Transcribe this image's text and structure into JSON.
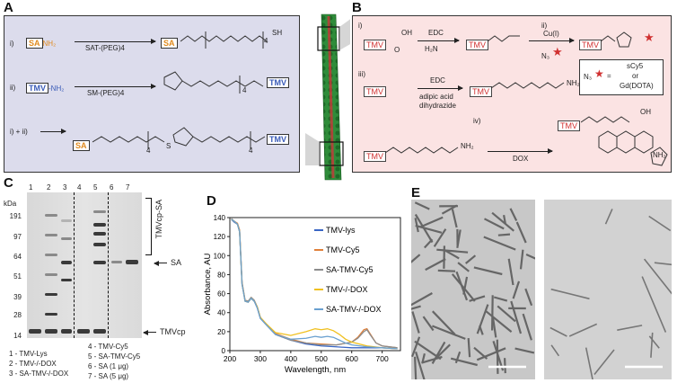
{
  "figure": {
    "panel_labels": {
      "a": "A",
      "b": "B",
      "c": "C",
      "d": "D",
      "e": "E"
    },
    "panel_a": {
      "steps": [
        {
          "roman": "i)",
          "start": "SA",
          "start_suffix": "NH₂",
          "reagent": "SAT-(PEG)4",
          "product_tag": "SA",
          "product_tail": "SH",
          "subscript": "4"
        },
        {
          "roman": "ii)",
          "start": "TMV",
          "start_suffix": "-NH₂",
          "reagent": "SM-(PEG)4",
          "product_tag": "TMV",
          "subscript": "4"
        },
        {
          "roman": "i) + ii)",
          "product_left": "SA",
          "product_right": "TMV",
          "subscript1": "4",
          "subscript2": "4",
          "linker_atom": "S"
        }
      ]
    },
    "panel_b": {
      "steps": [
        {
          "roman": "i)",
          "tag": "TMV",
          "reagent": "EDC",
          "reagent_sub": "H₂N",
          "atom": "OH",
          "atom2": "O"
        },
        {
          "roman": "ii)",
          "reagent": "Cu(I)",
          "azide": "N₃",
          "tag": "TMV"
        },
        {
          "roman": "iii)",
          "tag": "TMV",
          "reagent": "EDC",
          "reagent2": "adipic acid",
          "reagent3": "dihydrazide",
          "nh2": "NH₂"
        },
        {
          "roman": "iv)",
          "tag": "TMV",
          "reagent": "DOX",
          "oh": "OH",
          "nh2": "NH₂"
        }
      ],
      "legend_box": {
        "symbol": "N₃",
        "eq": "=",
        "opt1": "sCy5",
        "or": "or",
        "opt2": "Gd(DOTA)"
      }
    },
    "panel_c": {
      "lane_numbers": [
        "1",
        "2",
        "3",
        "4",
        "5",
        "6",
        "7"
      ],
      "kda_label": "kDa",
      "kda_ticks": [
        "191",
        "97",
        "64",
        "51",
        "39",
        "28",
        "14"
      ],
      "bracket_label": "TMVcp-SA",
      "sa_label": "SA",
      "tmvcp_label": "TMVcp",
      "legend": [
        "1 - TMV-Lys",
        "2 - TMV-/-DOX",
        "3 - SA-TMV-/-DOX",
        "4 - TMV-Cy5",
        "5 - SA-TMV-Cy5",
        "6 - SA (1 μg)",
        "7 - SA (5 μg)"
      ]
    },
    "panel_e": {
      "images": [
        "micrograph-1",
        "micrograph-2"
      ]
    }
  },
  "chart_data": {
    "type": "line",
    "xlabel": "Wavelength, nm",
    "ylabel": "Absorbance, AU",
    "xlim": [
      200,
      760
    ],
    "ylim": [
      0,
      140
    ],
    "xticks": [
      200,
      300,
      400,
      500,
      600,
      700
    ],
    "yticks": [
      0,
      20,
      40,
      60,
      80,
      100,
      120,
      140
    ],
    "legend_position": "right",
    "series": [
      {
        "name": "TMV-lys",
        "color": "#3a66c4",
        "x": [
          205,
          215,
          225,
          232,
          240,
          250,
          260,
          270,
          280,
          290,
          300,
          320,
          350,
          400,
          450,
          500,
          550,
          600,
          650,
          700,
          750
        ],
        "y": [
          138,
          135,
          133,
          125,
          70,
          52,
          51,
          55,
          52,
          45,
          34,
          27,
          17,
          11,
          7,
          5,
          4,
          3,
          3,
          3,
          2
        ]
      },
      {
        "name": "TMV-Cy5",
        "color": "#e0803a",
        "x": [
          205,
          215,
          225,
          232,
          240,
          250,
          260,
          270,
          280,
          290,
          300,
          320,
          350,
          400,
          450,
          500,
          550,
          600,
          620,
          640,
          650,
          660,
          680,
          700,
          750
        ],
        "y": [
          138,
          136,
          134,
          127,
          72,
          53,
          52,
          56,
          53,
          46,
          35,
          28,
          18,
          12,
          8,
          7,
          6,
          9,
          14,
          22,
          23,
          18,
          8,
          5,
          3
        ]
      },
      {
        "name": "SA-TMV-Cy5",
        "color": "#8c8c8c",
        "x": [
          205,
          215,
          225,
          232,
          240,
          250,
          260,
          270,
          280,
          290,
          300,
          320,
          350,
          400,
          450,
          500,
          550,
          600,
          620,
          640,
          650,
          660,
          680,
          700,
          750
        ],
        "y": [
          139,
          136,
          133,
          126,
          71,
          53,
          52,
          56,
          53,
          46,
          35,
          27,
          17,
          11,
          8,
          6,
          6,
          9,
          13,
          20,
          22,
          17,
          8,
          5,
          3
        ]
      },
      {
        "name": "TMV-/-DOX",
        "color": "#f0c020",
        "x": [
          205,
          215,
          225,
          232,
          240,
          250,
          260,
          270,
          280,
          290,
          300,
          320,
          350,
          400,
          450,
          480,
          500,
          520,
          540,
          560,
          580,
          600,
          650,
          700,
          750
        ],
        "y": [
          138,
          136,
          133,
          125,
          70,
          52,
          51,
          55,
          52,
          46,
          35,
          28,
          19,
          16,
          20,
          23,
          22,
          23,
          21,
          17,
          12,
          9,
          5,
          3,
          2
        ]
      },
      {
        "name": "SA-TMV-/-DOX",
        "color": "#6aa0d0",
        "x": [
          205,
          215,
          225,
          232,
          240,
          250,
          260,
          270,
          280,
          290,
          300,
          320,
          350,
          400,
          450,
          480,
          500,
          520,
          540,
          560,
          580,
          600,
          650,
          700,
          750
        ],
        "y": [
          138,
          136,
          133,
          125,
          70,
          52,
          51,
          55,
          52,
          45,
          34,
          27,
          17,
          12,
          13,
          15,
          14,
          15,
          14,
          11,
          8,
          6,
          4,
          3,
          2
        ]
      }
    ]
  },
  "colors": {
    "panel_a_bg": "#dcdcec",
    "panel_b_bg": "#fbe3e3",
    "sa": "#e08a1e",
    "tmv": "#3a5bb8",
    "tmv_red": "#d03030"
  }
}
